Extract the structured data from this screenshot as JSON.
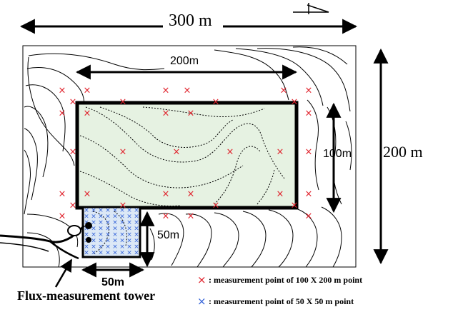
{
  "labels": {
    "width_300": "300 m",
    "width_200": "200m",
    "height_200": "200 m",
    "height_100": "100m",
    "height_50": "50m",
    "width_50": "50m",
    "tower": "Flux-measurement tower"
  },
  "legend": [
    {
      "marker": "×",
      "text": ": measurement point of 100 X 200 m point",
      "color": "#e0202a"
    },
    {
      "marker": "×",
      "text": ": measurement point of 50 X 50 m point",
      "color": "#2f5fd8"
    }
  ],
  "colors": {
    "red_marker": "#e0202a",
    "blue_marker": "#2f5fd8",
    "large_plot_fill": "#e6f2e2",
    "small_plot_fill": "#dce8f6"
  }
}
